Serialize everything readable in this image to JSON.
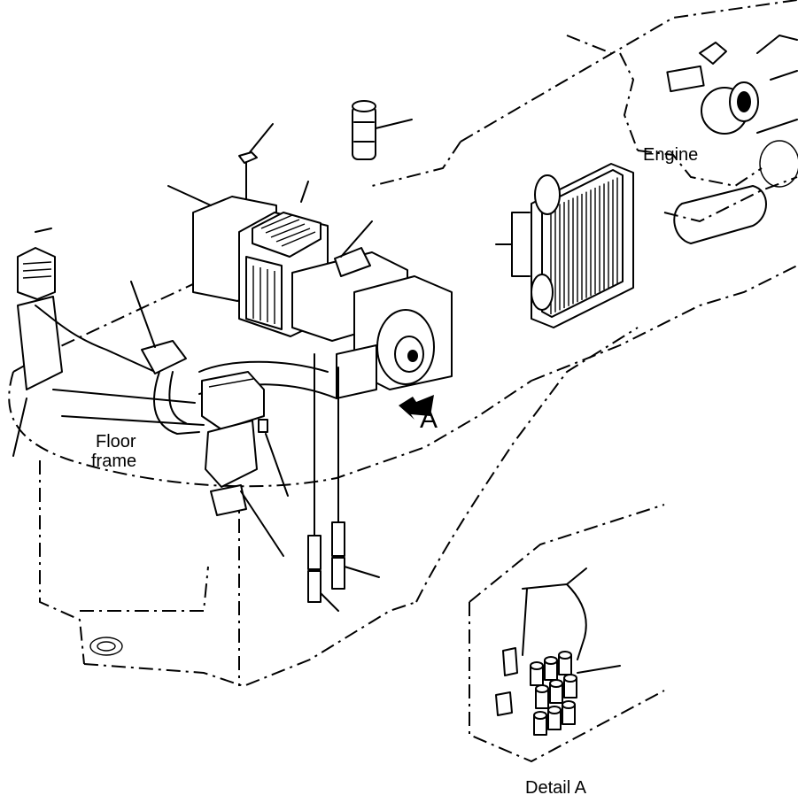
{
  "labels": {
    "engine": "Engine",
    "floor_line1": "Floor",
    "floor_line2": "frame",
    "view_arrow": "A",
    "detail": "Detail A"
  }
}
